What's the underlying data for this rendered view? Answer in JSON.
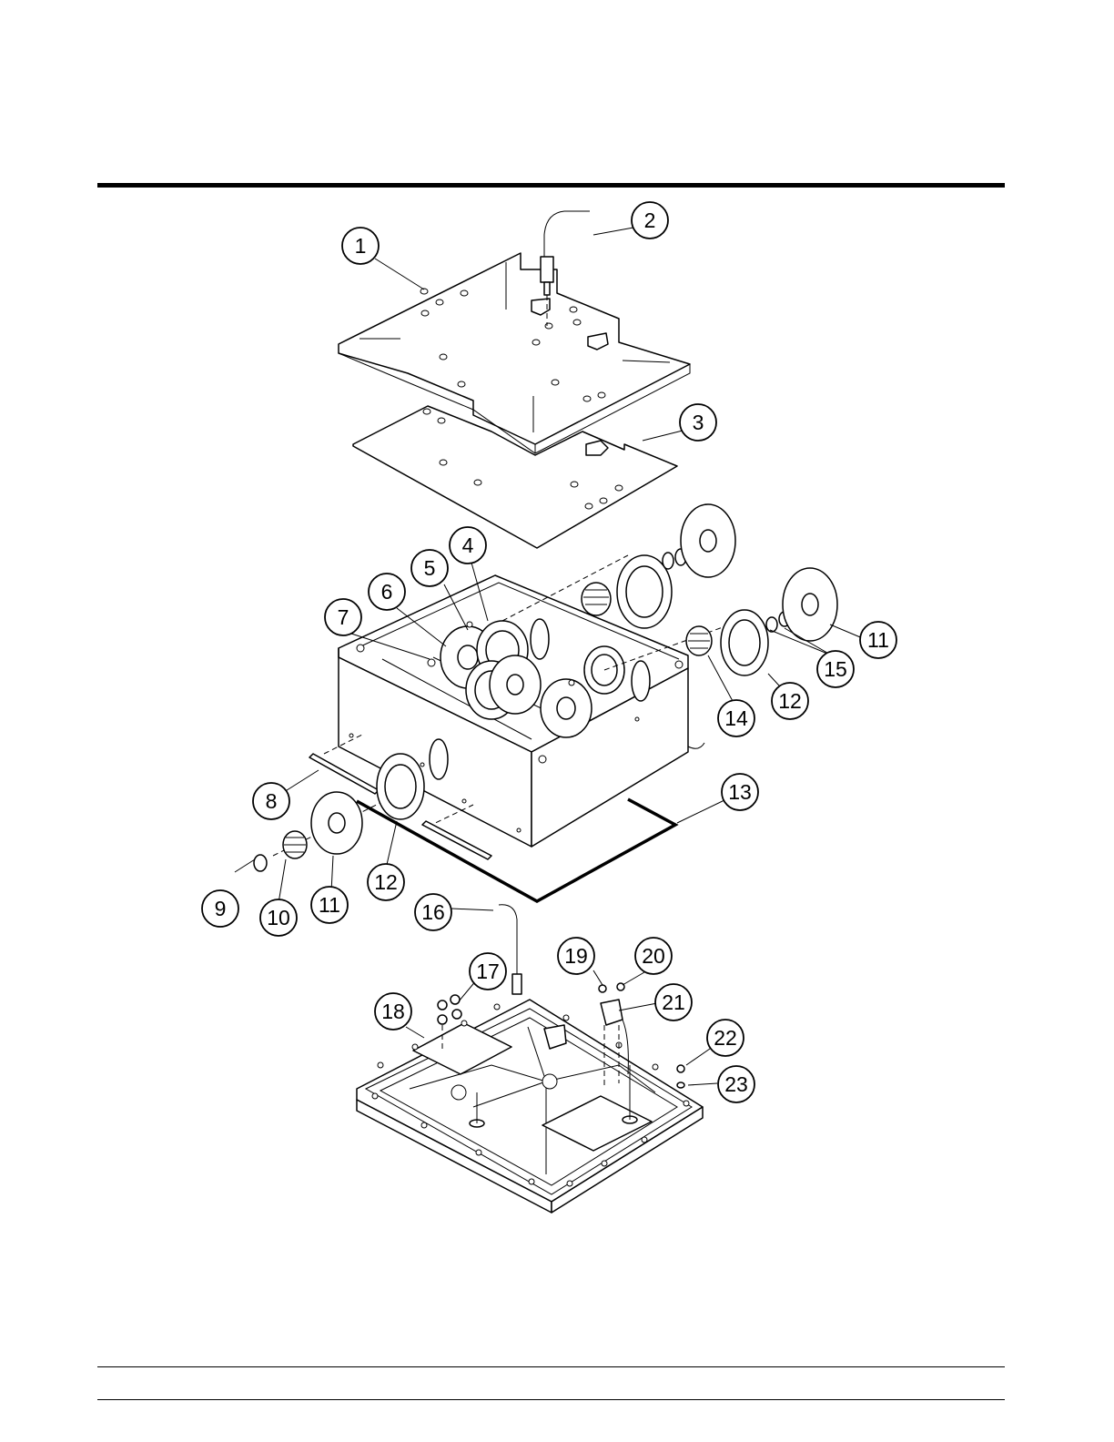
{
  "callouts": [
    {
      "label": "1"
    },
    {
      "label": "2"
    },
    {
      "label": "3"
    },
    {
      "label": "4"
    },
    {
      "label": "5"
    },
    {
      "label": "6"
    },
    {
      "label": "7"
    },
    {
      "label": "8"
    },
    {
      "label": "9"
    },
    {
      "label": "10"
    },
    {
      "label": "11"
    },
    {
      "label": "11"
    },
    {
      "label": "12"
    },
    {
      "label": "12"
    },
    {
      "label": "13"
    },
    {
      "label": "14"
    },
    {
      "label": "15"
    },
    {
      "label": "16"
    },
    {
      "label": "17"
    },
    {
      "label": "18"
    },
    {
      "label": "19"
    },
    {
      "label": "20"
    },
    {
      "label": "21"
    },
    {
      "label": "22"
    },
    {
      "label": "23"
    }
  ]
}
